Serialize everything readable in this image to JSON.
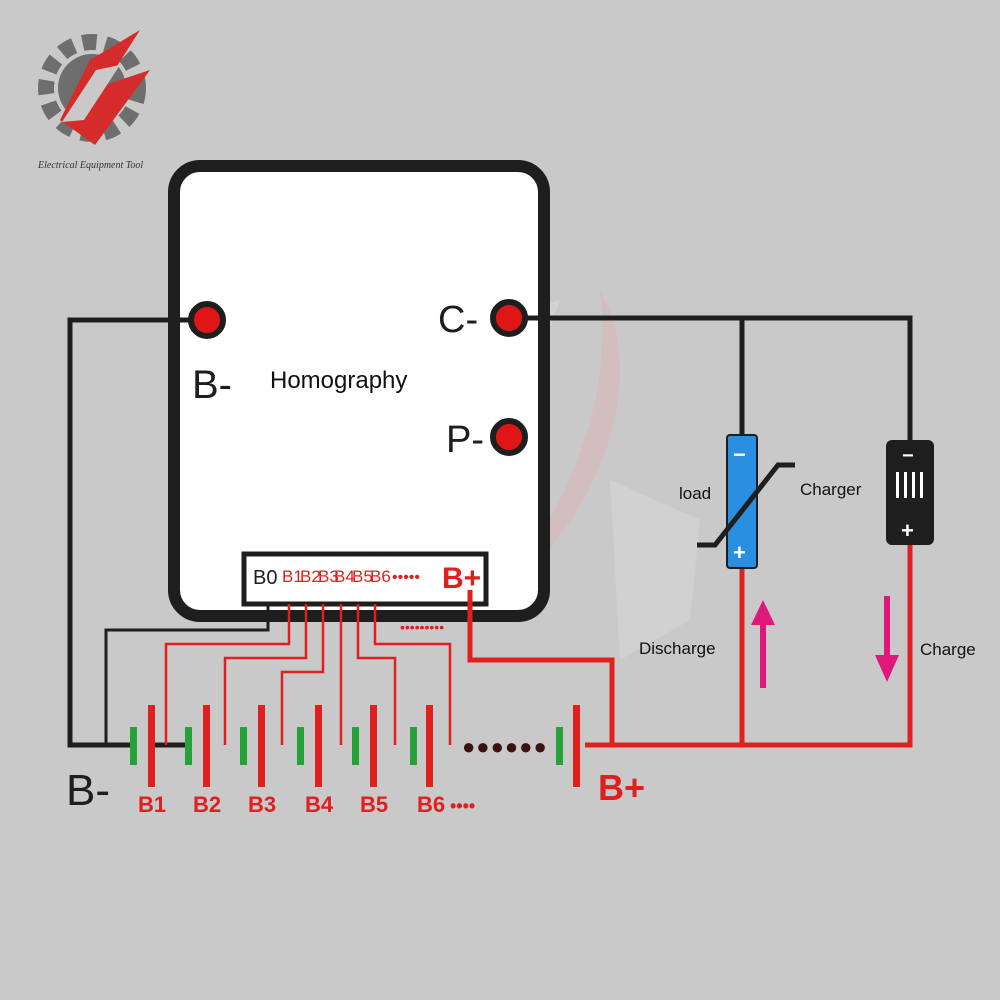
{
  "logo": {
    "name": "gear-bolt-logo",
    "caption": "Electrical Equipment Tool"
  },
  "bms": {
    "title": "Homography",
    "terminals": {
      "b_minus": "B-",
      "c_minus": "C-",
      "p_minus": "P-"
    },
    "header": {
      "pins": [
        "B0",
        "B1",
        "B2",
        "B3",
        "B4",
        "B5",
        "B6"
      ],
      "ellipsis": "•••••",
      "bplus": "B+",
      "dots_below": "•••••••••"
    }
  },
  "load": {
    "label": "load",
    "minus": "−",
    "plus": "+"
  },
  "charger": {
    "label": "Charger",
    "minus": "−",
    "plus": "+"
  },
  "flows": {
    "discharge": "Discharge",
    "charge": "Charge"
  },
  "battery": {
    "cells": [
      "B1",
      "B2",
      "B3",
      "B4",
      "B5",
      "B6"
    ],
    "ellipsis_mid": "●●●●●●",
    "ellipsis_end": "••••",
    "b_minus": "B-",
    "b_plus": "B+"
  },
  "colors": {
    "background": "#c9c9c9",
    "wire_black": "#1e1e1e",
    "wire_red": "#e0201e",
    "cell_green": "#27a23a",
    "load_blue": "#2a8fe0",
    "arrow_magenta": "#e0187a",
    "terminal_red": "#e01515"
  }
}
